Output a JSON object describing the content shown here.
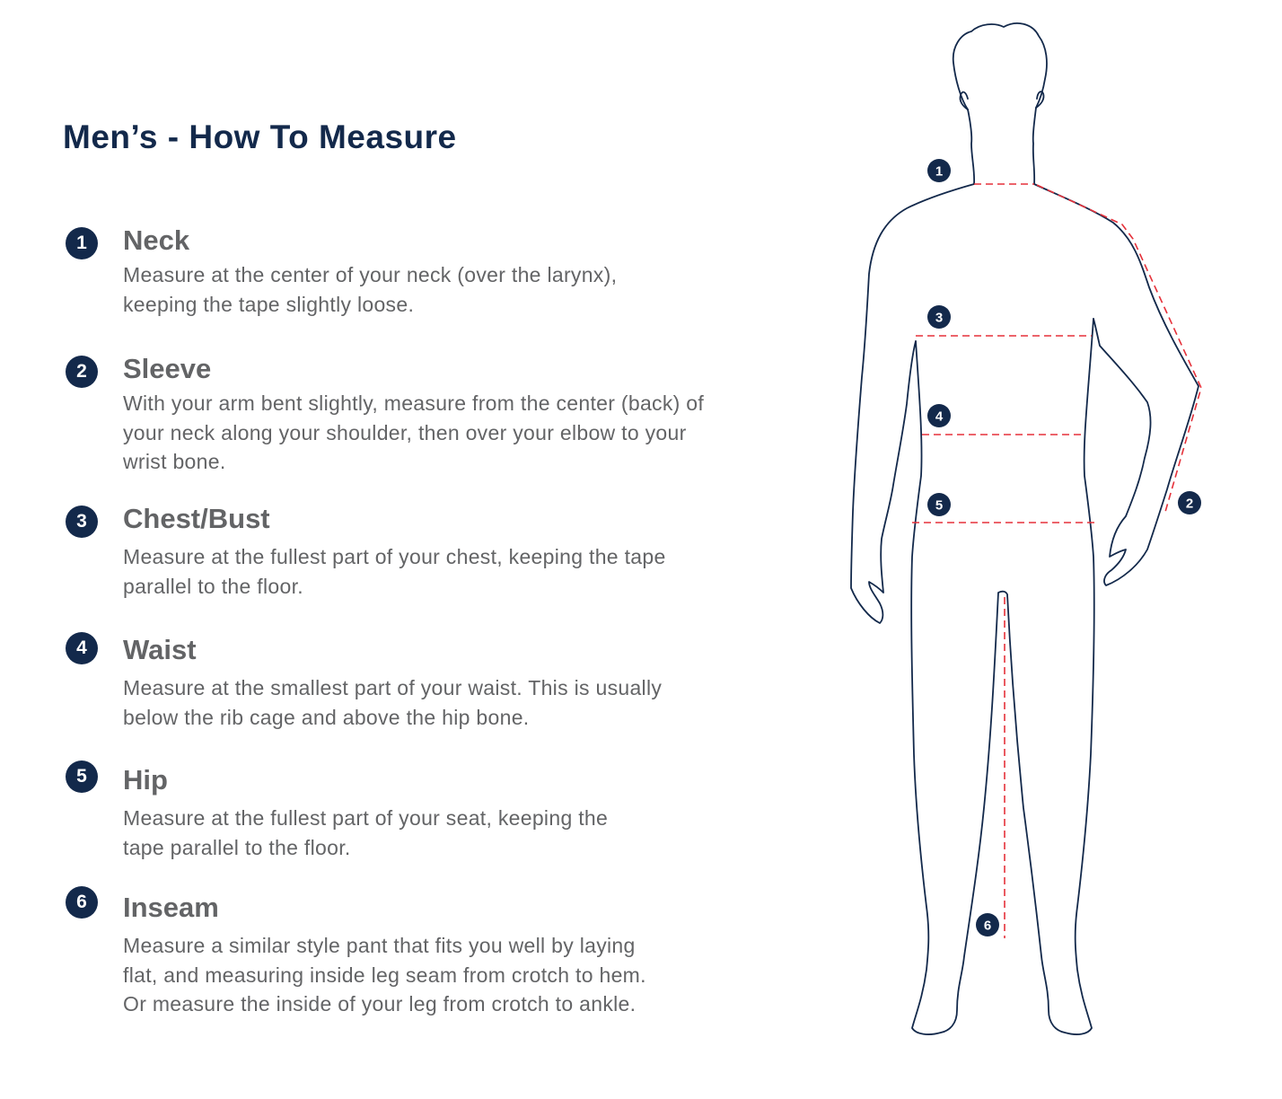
{
  "title": "Men’s - How To Measure",
  "colors": {
    "title": "#13294b",
    "text": "#636466",
    "badge": "#13294b",
    "outline": "#13294b",
    "measure_line": "#e5313a"
  },
  "items": [
    {
      "number": "1",
      "heading": "Neck",
      "description": "Measure at the center of your neck (over the larynx),\nkeeping the tape slightly loose."
    },
    {
      "number": "2",
      "heading": "Sleeve",
      "description": "With your arm bent slightly, measure from the center (back) of\nyour neck along your shoulder, then over your elbow to your\nwrist bone."
    },
    {
      "number": "3",
      "heading": "Chest/Bust",
      "description": "Measure at the fullest part of your chest, keeping the tape\nparallel to the floor."
    },
    {
      "number": "4",
      "heading": "Waist",
      "description": "Measure at the smallest part of your waist. This is usually\nbelow the rib cage and above the hip bone."
    },
    {
      "number": "5",
      "heading": "Hip",
      "description": "Measure at the fullest part of your seat, keeping the\ntape parallel to the floor."
    },
    {
      "number": "6",
      "heading": "Inseam",
      "description": "Measure a similar style pant that fits you well by laying\nflat, and measuring inside leg seam from crotch to hem.\nOr measure the inside of your leg from crotch to ankle."
    }
  ],
  "figure": {
    "icon": "human-body-outline-icon"
  }
}
